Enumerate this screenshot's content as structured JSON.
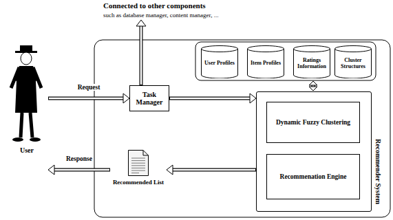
{
  "diagram": {
    "nodes": [
      {
        "text": [
          "User"
        ]
      },
      {
        "text": [
          "Task Manager"
        ]
      },
      {
        "text": [
          "Recommender System"
        ]
      },
      {
        "text": [
          "User Profiles"
        ]
      },
      {
        "text": [
          "Item Profiles"
        ]
      },
      {
        "text": [
          "Ratings Information"
        ]
      },
      {
        "text": [
          "Cluster Structures"
        ]
      },
      {
        "text": [
          "Dynamic Fuzzy Clustering"
        ],
        "in": 2
      },
      {
        "text": [
          "Recommenation Engine"
        ],
        "in": 2
      },
      {
        "text": [
          "Recommended List"
        ]
      }
    ],
    "edges": [
      {
        "from": 0,
        "to": 1,
        "label": "Request",
        "arrow": "to"
      },
      {
        "from": 1,
        "to": 2,
        "arrow": "to"
      },
      {
        "from": 2,
        "to": 9,
        "arrow": "to"
      },
      {
        "from": 9,
        "to": 0,
        "label": "Response",
        "arrow": "to"
      }
    ],
    "labels": [
      "Connected to other components",
      "such as database manager, content manager, ..."
    ]
  }
}
